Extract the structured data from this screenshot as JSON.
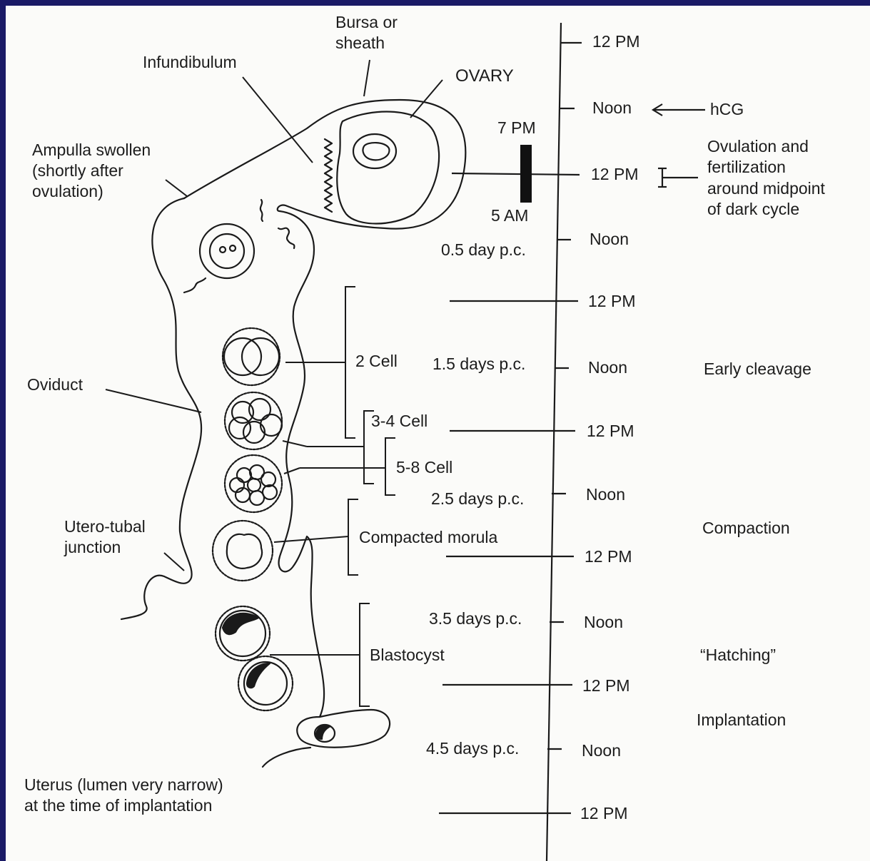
{
  "anatomy": {
    "bursa": "Bursa or\nsheath",
    "infundibulum": "Infundibulum",
    "ovary": "OVARY",
    "ampulla": "Ampulla swollen\n(shortly after\novulation)",
    "oviduct": "Oviduct",
    "utero_tubal": "Utero-tubal\njunction",
    "uterus": "Uterus (lumen very narrow)\nat the time of implantation"
  },
  "stages": {
    "two_cell": "2 Cell",
    "three_four_cell": "3-4 Cell",
    "five_eight_cell": "5-8 Cell",
    "morula": "Compacted morula",
    "blastocyst": "Blastocyst"
  },
  "dark_cycle": {
    "start": "7 PM",
    "end": "5 AM"
  },
  "timeline": {
    "ticks": [
      "12 PM",
      "Noon",
      "12 PM",
      "Noon",
      "12 PM",
      "Noon",
      "12 PM",
      "Noon",
      "12 PM",
      "Noon",
      "12 PM",
      "Noon",
      "12 PM"
    ],
    "days_pc": [
      "0.5 day p.c.",
      "1.5 days p.c.",
      "2.5 days p.c.",
      "3.5 days p.c.",
      "4.5 days p.c."
    ]
  },
  "events": {
    "hcg": "hCG",
    "ovulation": "Ovulation and\nfertilization\naround midpoint\nof dark cycle",
    "early_cleavage": "Early cleavage",
    "compaction": "Compaction",
    "hatching": "“Hatching”",
    "implantation": "Implantation"
  }
}
